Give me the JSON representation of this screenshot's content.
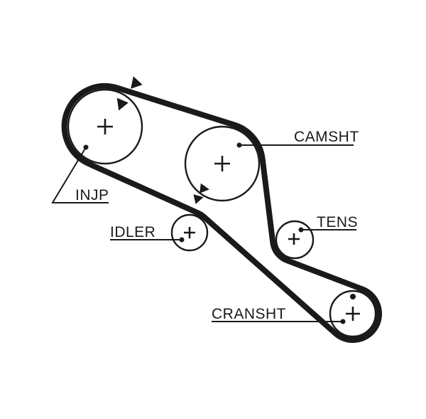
{
  "diagram_type": "timing-belt-routing-diagram",
  "colors": {
    "ink": "#1a1a1a",
    "background": "#ffffff"
  },
  "belt": {
    "name": "timing-belt"
  },
  "pulleys": [
    {
      "id": "injp",
      "label": "INJP"
    },
    {
      "id": "camsht",
      "label": "CAMSHT"
    },
    {
      "id": "idler",
      "label": "IDLER"
    },
    {
      "id": "tens",
      "label": "TENS"
    },
    {
      "id": "cransht",
      "label": "CRANSHT"
    }
  ]
}
